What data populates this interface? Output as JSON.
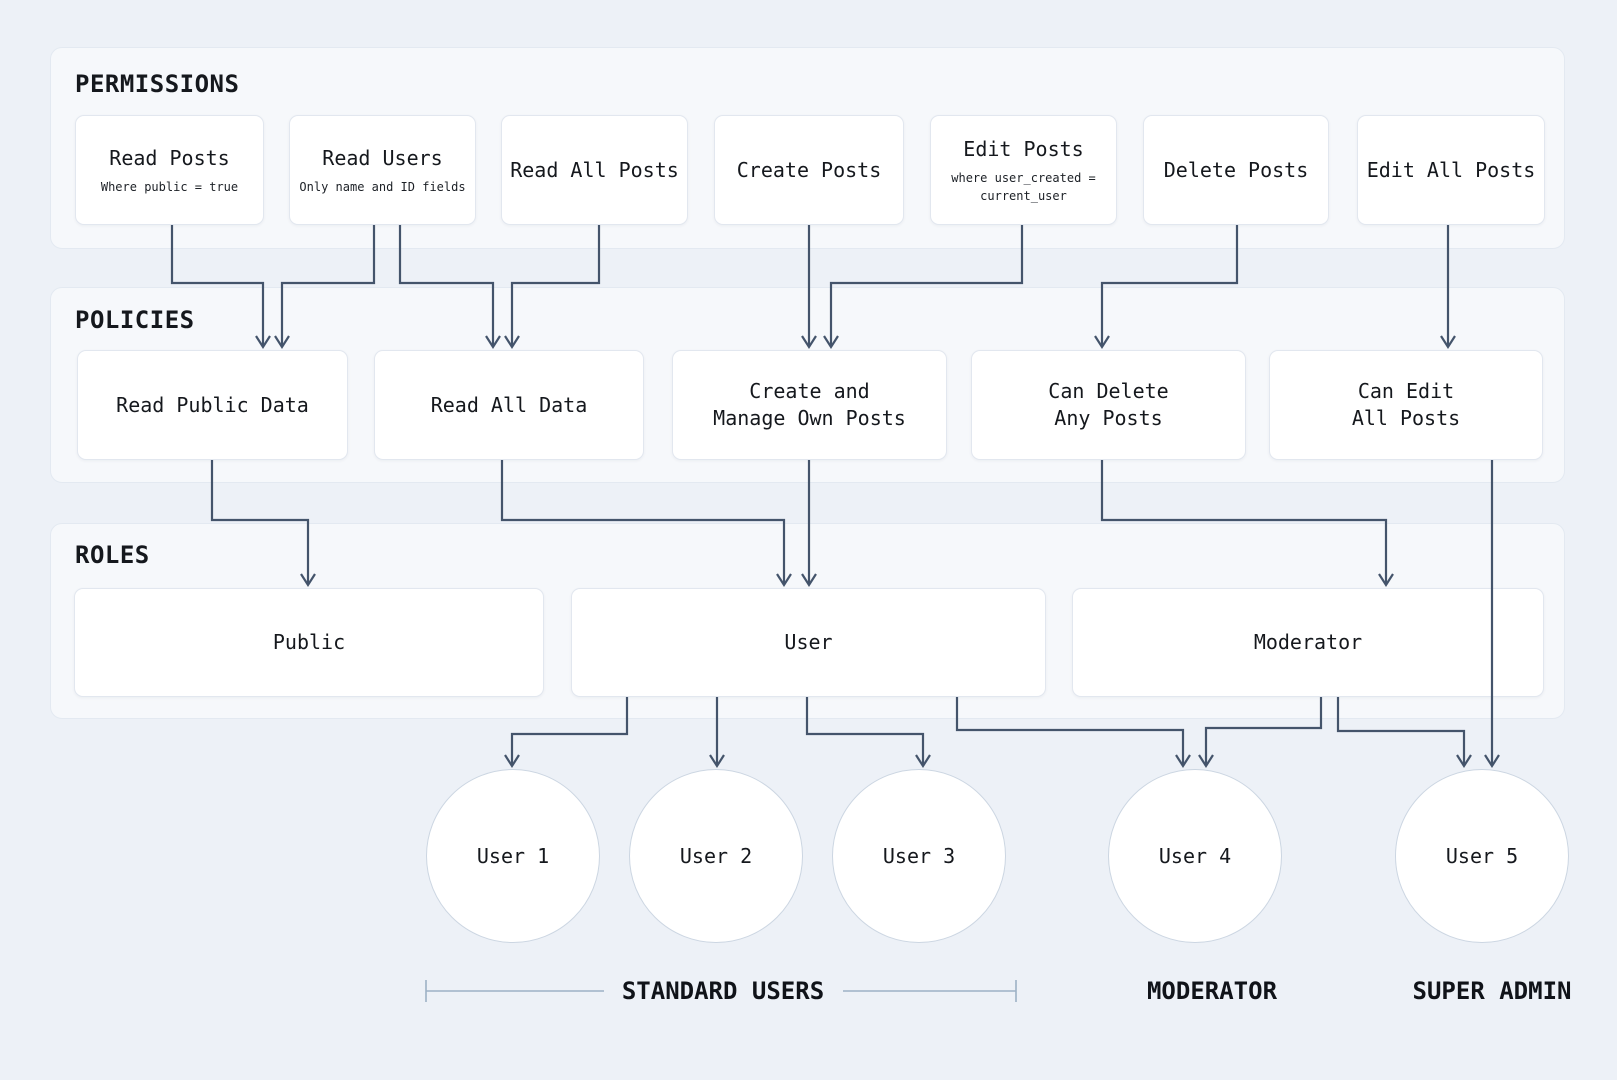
{
  "colors": {
    "page_bg": "#edf1f7",
    "panel_bg": "#f6f8fb",
    "panel_border": "#e3e9f1",
    "node_bg": "#ffffff",
    "node_border": "#e2e7ef",
    "connector": "#44546b",
    "text": "#15181d",
    "circle_border": "#ccd6e2",
    "bracket": "#9db1c5"
  },
  "sections": {
    "permissions": {
      "title": "PERMISSIONS",
      "items": [
        {
          "label": "Read Posts",
          "note": "Where public = true"
        },
        {
          "label": "Read Users",
          "note": "Only name and ID fields"
        },
        {
          "label": "Read All Posts",
          "note": ""
        },
        {
          "label": "Create Posts",
          "note": ""
        },
        {
          "label": "Edit Posts",
          "note": "where user_created =\ncurrent_user"
        },
        {
          "label": "Delete Posts",
          "note": ""
        },
        {
          "label": "Edit All Posts",
          "note": ""
        }
      ]
    },
    "policies": {
      "title": "POLICIES",
      "items": [
        {
          "label": "Read Public Data"
        },
        {
          "label": "Read All Data"
        },
        {
          "label": "Create and\nManage Own Posts"
        },
        {
          "label": "Can Delete\nAny Posts"
        },
        {
          "label": "Can Edit\nAll Posts"
        }
      ]
    },
    "roles": {
      "title": "ROLES",
      "items": [
        {
          "label": "Public"
        },
        {
          "label": "User"
        },
        {
          "label": "Moderator"
        }
      ]
    }
  },
  "users": {
    "items": [
      {
        "label": "User 1"
      },
      {
        "label": "User 2"
      },
      {
        "label": "User 3"
      },
      {
        "label": "User 4"
      },
      {
        "label": "User 5"
      }
    ]
  },
  "group_labels": {
    "standard_users": "STANDARD USERS",
    "moderator": "MODERATOR",
    "super_admin": "SUPER ADMIN"
  }
}
